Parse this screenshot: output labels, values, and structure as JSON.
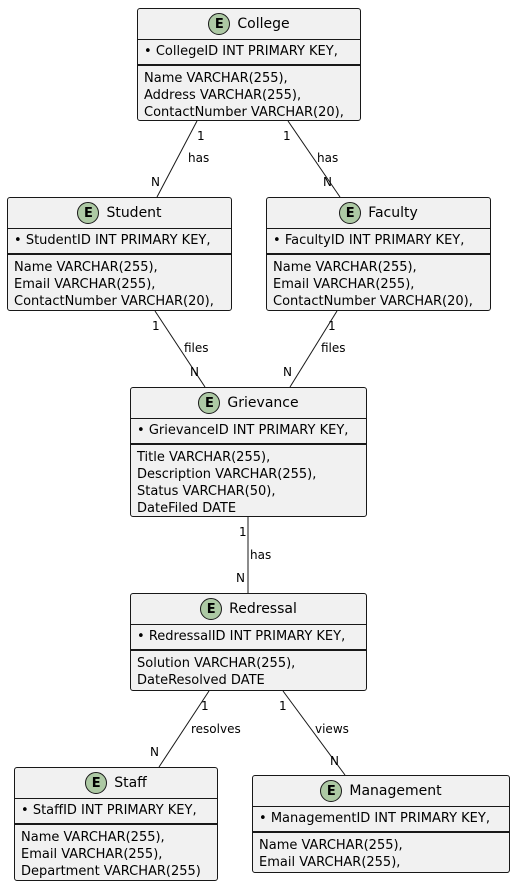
{
  "entities": {
    "college": {
      "icon": "E",
      "name": "College",
      "pk": "CollegeID INT PRIMARY KEY,",
      "fields": [
        "Name  VARCHAR(255),",
        "Address VARCHAR(255),",
        "ContactNumber VARCHAR(20),"
      ]
    },
    "student": {
      "icon": "E",
      "name": "Student",
      "pk": "StudentID INT PRIMARY KEY,",
      "fields": [
        "Name VARCHAR(255),",
        "Email VARCHAR(255),",
        "ContactNumber VARCHAR(20),"
      ]
    },
    "faculty": {
      "icon": "E",
      "name": "Faculty",
      "pk": "FacultyID INT PRIMARY KEY,",
      "fields": [
        "Name VARCHAR(255),",
        "Email VARCHAR(255),",
        "ContactNumber VARCHAR(20),"
      ]
    },
    "grievance": {
      "icon": "E",
      "name": "Grievance",
      "pk": "GrievanceID INT PRIMARY KEY,",
      "fields": [
        "Title VARCHAR(255),",
        "Description VARCHAR(255),",
        "Status VARCHAR(50),",
        "DateFiled DATE"
      ]
    },
    "redressal": {
      "icon": "E",
      "name": "Redressal",
      "pk": "RedressalID INT PRIMARY KEY,",
      "fields": [
        "Solution  VARCHAR(255),",
        "DateResolved DATE"
      ]
    },
    "staff": {
      "icon": "E",
      "name": "Staff",
      "pk": "StaffID INT PRIMARY KEY,",
      "fields": [
        "Name VARCHAR(255),",
        "Email VARCHAR(255),",
        "Department VARCHAR(255)"
      ]
    },
    "management": {
      "icon": "E",
      "name": "Management",
      "pk": "ManagementID INT PRIMARY KEY,",
      "fields": [
        "Name  VARCHAR(255),",
        "Email VARCHAR(255),"
      ]
    }
  },
  "pk_bullet": "•",
  "relationships": [
    {
      "id": "college-student",
      "from": "College",
      "to": "Student",
      "label": "has",
      "from_card": "1",
      "to_card": "N"
    },
    {
      "id": "college-faculty",
      "from": "College",
      "to": "Faculty",
      "label": "has",
      "from_card": "1",
      "to_card": "N"
    },
    {
      "id": "student-grievance",
      "from": "Student",
      "to": "Grievance",
      "label": "files",
      "from_card": "1",
      "to_card": "N"
    },
    {
      "id": "faculty-grievance",
      "from": "Faculty",
      "to": "Grievance",
      "label": "files",
      "from_card": "1",
      "to_card": "N"
    },
    {
      "id": "grievance-redressal",
      "from": "Grievance",
      "to": "Redressal",
      "label": "has",
      "from_card": "1",
      "to_card": "N"
    },
    {
      "id": "redressal-staff",
      "from": "Redressal",
      "to": "Staff",
      "label": "resolves",
      "from_card": "1",
      "to_card": "N"
    },
    {
      "id": "redressal-management",
      "from": "Redressal",
      "to": "Management",
      "label": "views",
      "from_card": "1",
      "to_card": "N"
    }
  ]
}
